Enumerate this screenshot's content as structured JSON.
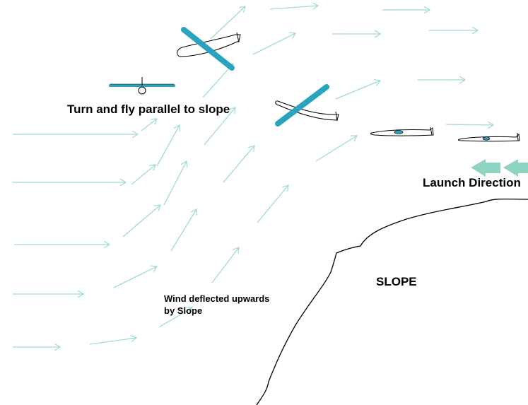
{
  "labels": {
    "turn": "Turn and fly parallel to slope",
    "launch": "Launch Direction",
    "slope": "SLOPE",
    "wind_line1": "Wind deflected upwards",
    "wind_line2": "by Slope"
  },
  "colors": {
    "wind_arrow": "#9fdcc9",
    "wing_blue": "#2aa3bf",
    "launch_arrow": "#8fd3c2",
    "outline": "#000000"
  }
}
